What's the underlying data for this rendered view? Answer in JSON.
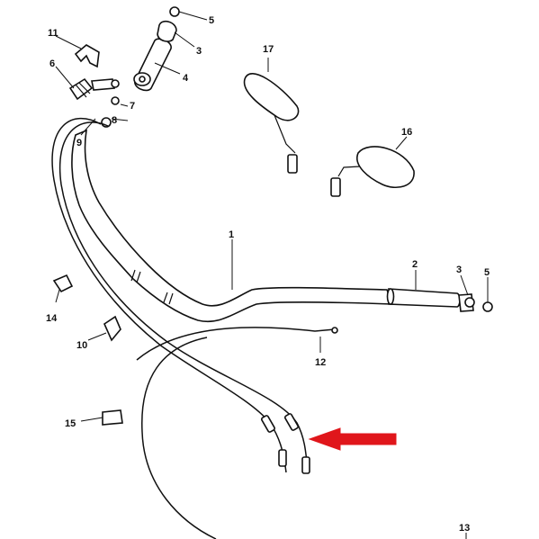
{
  "callouts": {
    "c1": "1",
    "c2": "2",
    "c3a": "3",
    "c3b": "3",
    "c4": "4",
    "c5a": "5",
    "c5b": "5",
    "c6": "6",
    "c7": "7",
    "c8": "8",
    "c9": "9",
    "c10": "10",
    "c11": "11",
    "c12": "12",
    "c13": "13",
    "c14": "14",
    "c15": "15",
    "c16": "16",
    "c17": "17"
  },
  "colors": {
    "line": "#111111",
    "highlight_arrow": "#e0161b",
    "background": "#ffffff"
  }
}
